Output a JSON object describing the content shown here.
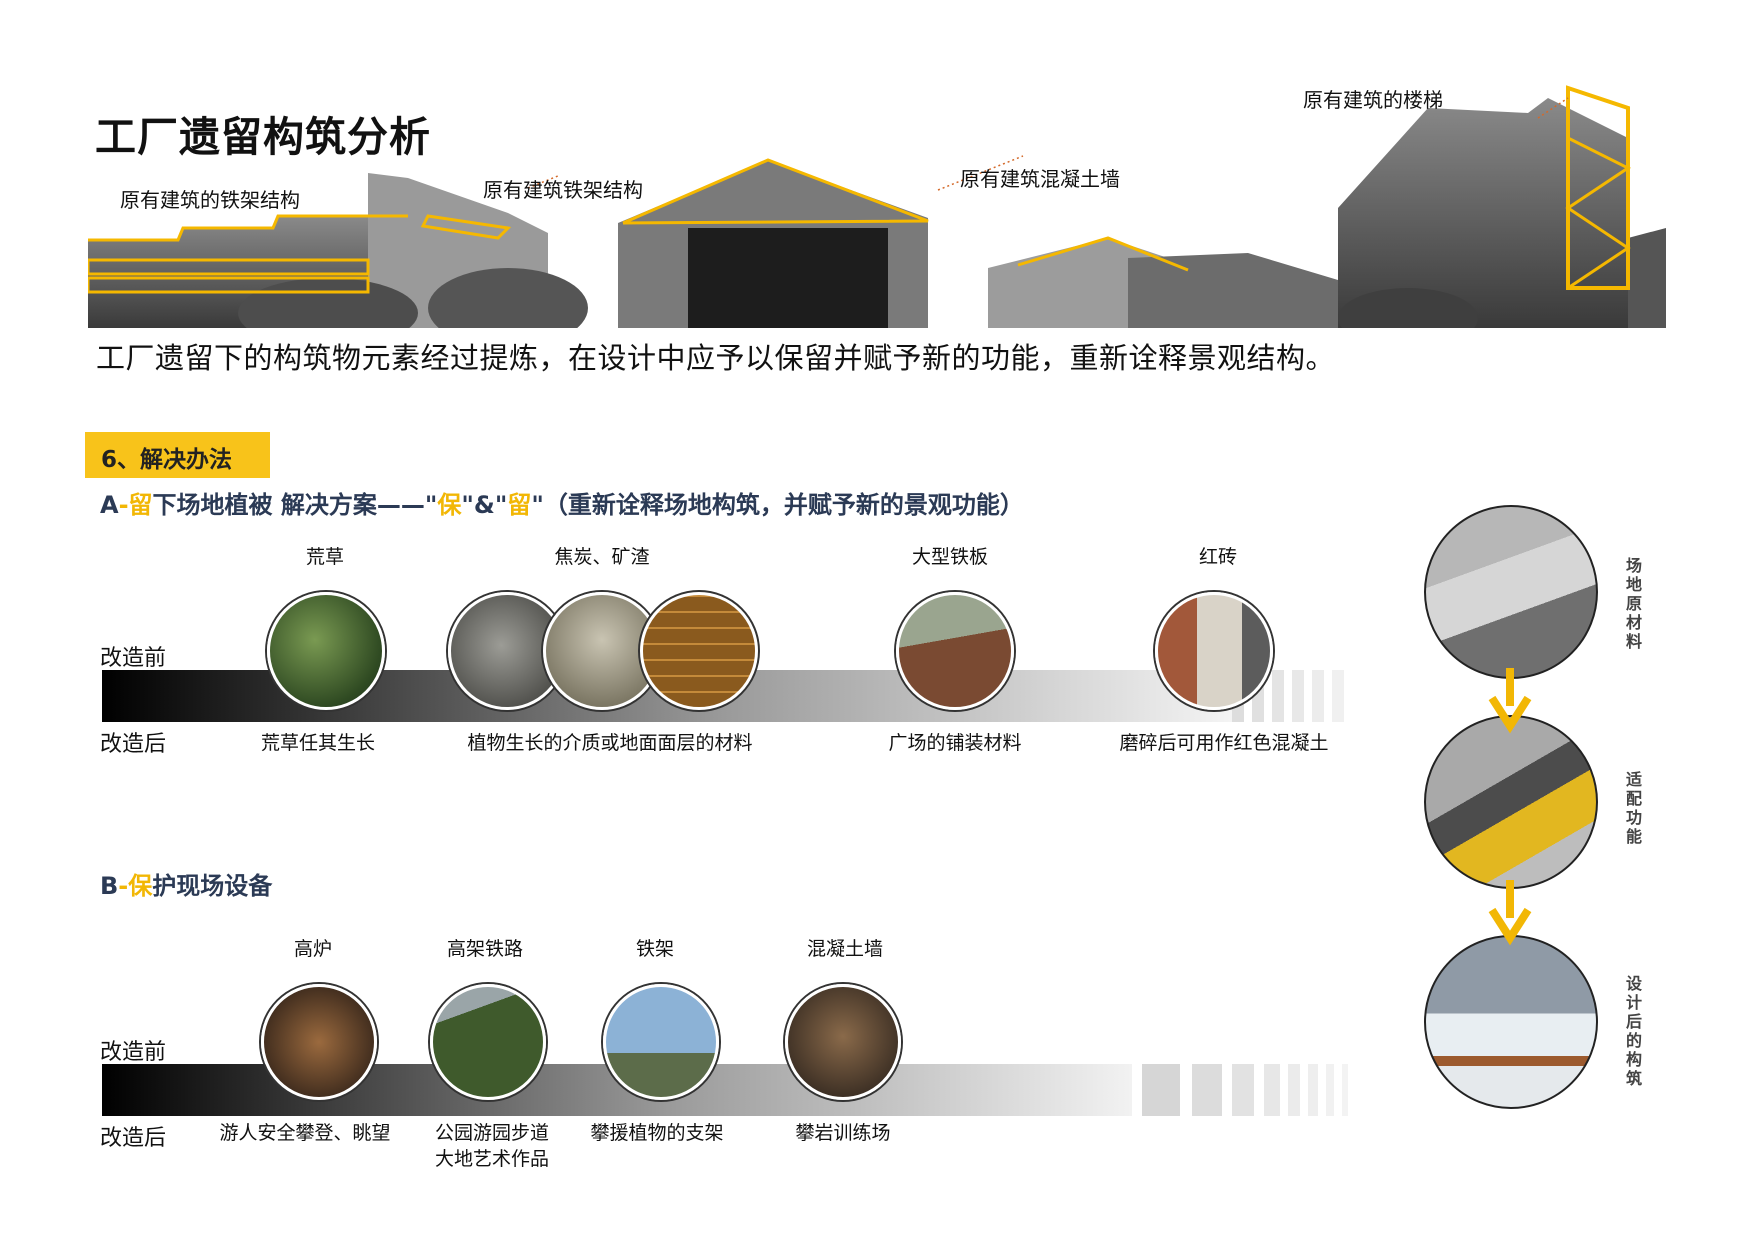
{
  "title": "工厂遗留构筑分析",
  "banner_annotations": {
    "iron_frame_left": "原有建筑的铁架结构",
    "iron_frame_mid": "原有建筑铁架结构",
    "concrete_wall": "原有建筑混凝土墙",
    "stairs": "原有建筑的楼梯"
  },
  "intro_text": "工厂遗留下的构筑物元素经过提炼，在设计中应予以保留并赋予新的功能，重新诠释景观结构。",
  "section_tag": "6、解决办法",
  "section_a": {
    "prefix": "A",
    "dash": "-",
    "highlight": "留",
    "rest": "下场地植被  解决方案——\"",
    "q1": "保",
    "mid": "\"&\"",
    "q2": "留",
    "tail": "\"（重新诠释场地构筑，并赋予新的景观功能）",
    "before_label": "改造前",
    "after_label": "改造后",
    "items": [
      {
        "top": "荒草",
        "bottom": "荒草任其生长"
      },
      {
        "top": "焦炭、矿渣",
        "bottom": "植物生长的介质或地面面层的材料"
      },
      {
        "top": "大型铁板",
        "bottom": "广场的铺装材料"
      },
      {
        "top": "红砖",
        "bottom": "磨碎后可用作红色混凝土"
      }
    ]
  },
  "section_b": {
    "prefix": "B",
    "dash": "-",
    "highlight": "保",
    "rest": "护现场设备",
    "before_label": "改造前",
    "after_label": "改造后",
    "items": [
      {
        "top": "高炉",
        "bottom": "游人安全攀登、眺望",
        "bottom2": ""
      },
      {
        "top": "高架铁路",
        "bottom": "公园游园步道",
        "bottom2": "大地艺术作品"
      },
      {
        "top": "铁架",
        "bottom": "攀援植物的支架",
        "bottom2": ""
      },
      {
        "top": "混凝土墙",
        "bottom": "攀岩训练场",
        "bottom2": ""
      }
    ]
  },
  "right_panel": {
    "step1": "场地原材料",
    "step2": "适配功能",
    "step3": "设计后的构筑"
  },
  "colors": {
    "accent": "#f8c31a",
    "subheading": "#2b3a55"
  }
}
